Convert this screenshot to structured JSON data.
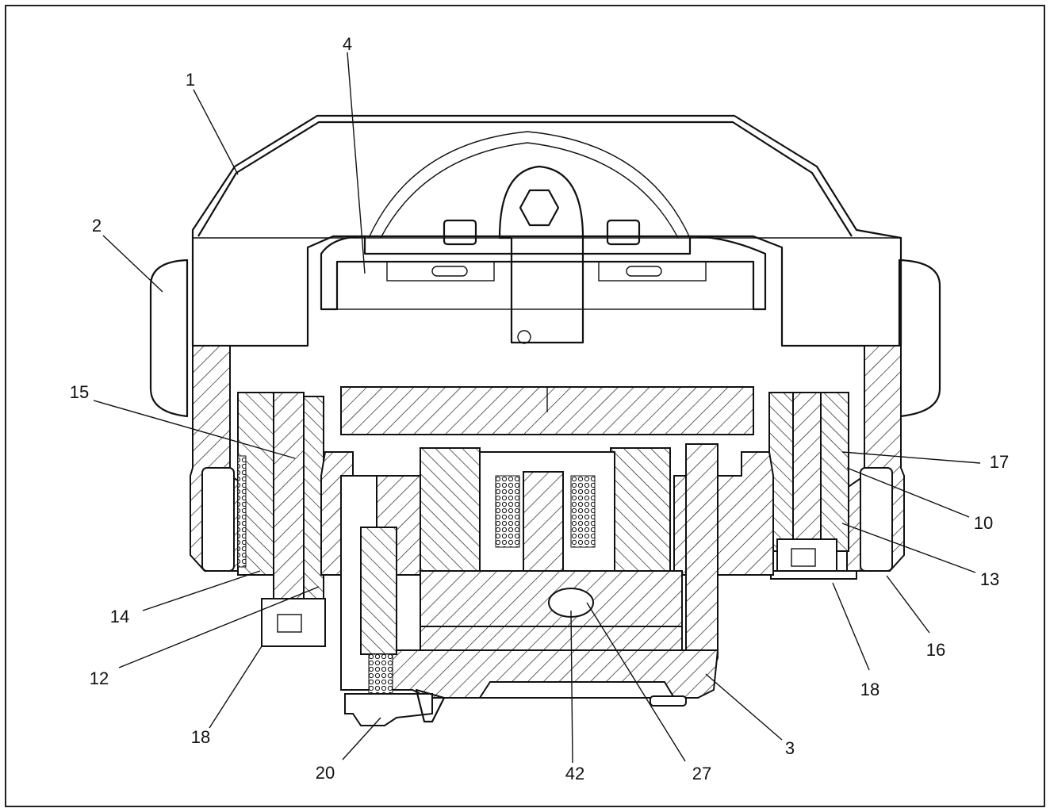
{
  "figure": {
    "callouts": [
      {
        "id": "c1",
        "text": "1"
      },
      {
        "id": "c2",
        "text": "2"
      },
      {
        "id": "c4",
        "text": "4"
      },
      {
        "id": "c15",
        "text": "15"
      },
      {
        "id": "c17",
        "text": "17"
      },
      {
        "id": "c10",
        "text": "10"
      },
      {
        "id": "c13",
        "text": "13"
      },
      {
        "id": "c16",
        "text": "16"
      },
      {
        "id": "c18r",
        "text": "18"
      },
      {
        "id": "c14",
        "text": "14"
      },
      {
        "id": "c12",
        "text": "12"
      },
      {
        "id": "c18l",
        "text": "18"
      },
      {
        "id": "c20",
        "text": "20"
      },
      {
        "id": "c42",
        "text": "42"
      },
      {
        "id": "c27",
        "text": "27"
      },
      {
        "id": "c3",
        "text": "3"
      }
    ]
  },
  "colors": {
    "line": "#111111",
    "background": "#ffffff"
  }
}
